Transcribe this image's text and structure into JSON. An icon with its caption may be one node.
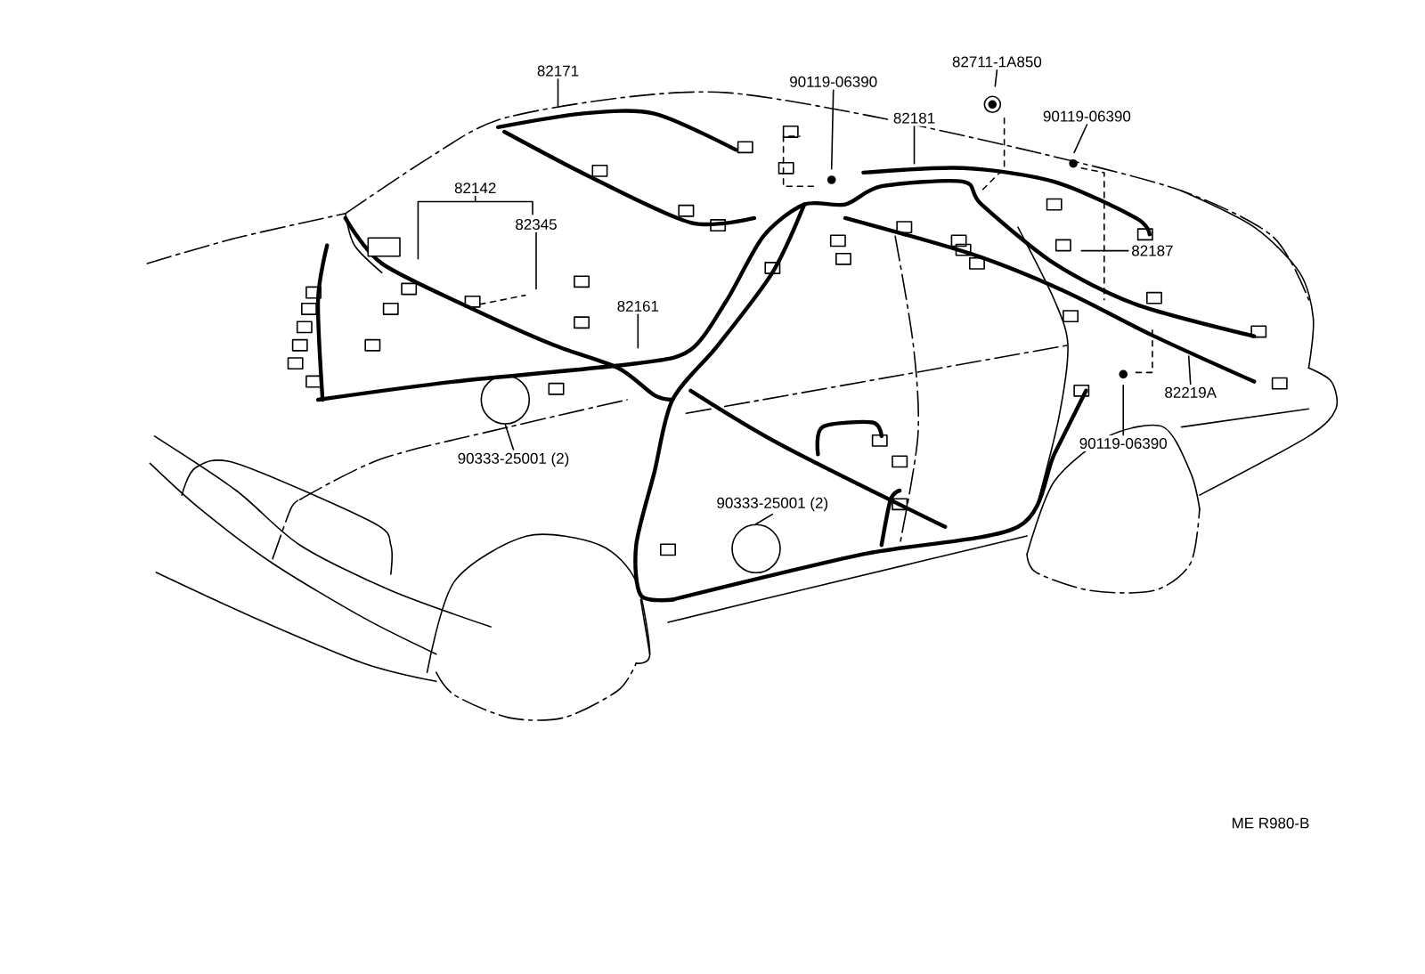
{
  "diagram": {
    "nodes": [
      {
        "text": [
          "82171"
        ]
      },
      {
        "text": [
          "90119-06390"
        ]
      },
      {
        "text": [
          "82711-1A850"
        ]
      },
      {
        "text": [
          "82181"
        ]
      },
      {
        "text": [
          "90119-06390"
        ]
      },
      {
        "text": [
          "82142"
        ]
      },
      {
        "text": [
          "82345"
        ]
      },
      {
        "text": [
          "82161"
        ]
      },
      {
        "text": [
          "82187"
        ]
      },
      {
        "text": [
          "82219A"
        ]
      },
      {
        "text": [
          "90119-06390"
        ]
      },
      {
        "text": [
          "90333-25001 (2)"
        ]
      },
      {
        "text": [],
        "shape": "circle"
      },
      {
        "text": [
          "90333-25001 (2)"
        ]
      },
      {
        "text": [],
        "shape": "circle"
      }
    ],
    "edges": [
      {
        "from": 0,
        "to": null,
        "arrow": "none"
      },
      {
        "from": 1,
        "to": null,
        "arrow": "none"
      },
      {
        "from": 2,
        "to": null,
        "arrow": "none"
      },
      {
        "from": 3,
        "to": null,
        "arrow": "none"
      },
      {
        "from": 4,
        "to": null,
        "arrow": "none"
      },
      {
        "from": 5,
        "to": null,
        "arrow": "none"
      },
      {
        "from": 6,
        "to": null,
        "arrow": "none"
      },
      {
        "from": 7,
        "to": null,
        "arrow": "none"
      },
      {
        "from": 8,
        "to": null,
        "arrow": "none"
      },
      {
        "from": 9,
        "to": null,
        "arrow": "none"
      },
      {
        "from": 10,
        "to": null,
        "arrow": "none"
      },
      {
        "from": 11,
        "to": 12,
        "arrow": "none"
      },
      {
        "from": 13,
        "to": 14,
        "arrow": "none"
      }
    ],
    "labels": [
      "ME R980-B"
    ]
  }
}
